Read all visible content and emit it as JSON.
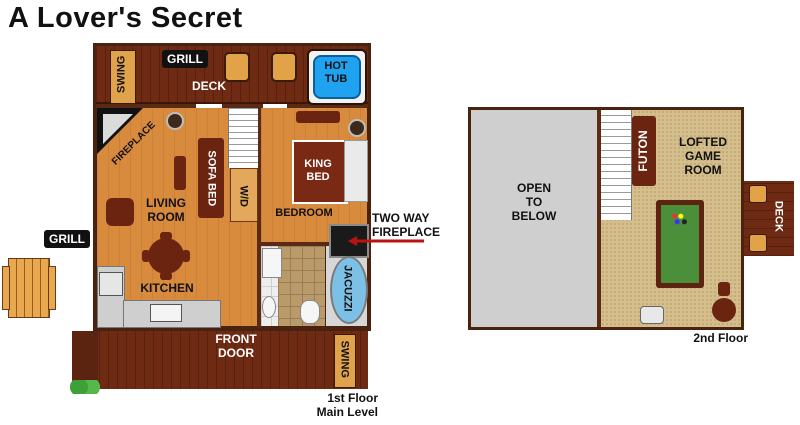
{
  "title": "A Lover's Secret",
  "first_floor": {
    "caption_line1": "1st Floor",
    "caption_line2": "Main Level",
    "labels": {
      "grill_top": "GRILL",
      "swing_top": "SWING",
      "deck": "DECK",
      "hot_tub_line1": "HOT",
      "hot_tub_line2": "TUB",
      "fireplace": "FIREPLACE",
      "sofa_bed": "SOFA BED",
      "living_room_line1": "LIVING",
      "living_room_line2": "ROOM",
      "wd": "W/D",
      "king_bed_line1": "KING",
      "king_bed_line2": "BED",
      "bedroom": "BEDROOM",
      "kitchen": "KITCHEN",
      "jacuzzi": "JACUZZI",
      "front_door_line1": "FRONT",
      "front_door_line2": "DOOR",
      "swing_bottom": "SWING",
      "grill_left": "GRILL"
    },
    "callout_line1": "TWO WAY",
    "callout_line2": "FIREPLACE"
  },
  "second_floor": {
    "caption": "2nd Floor",
    "labels": {
      "open_line1": "OPEN",
      "open_line2": "TO",
      "open_line3": "BELOW",
      "futon": "FUTON",
      "lofted_line1": "LOFTED",
      "lofted_line2": "GAME",
      "lofted_line3": "ROOM",
      "deck": "DECK"
    }
  }
}
